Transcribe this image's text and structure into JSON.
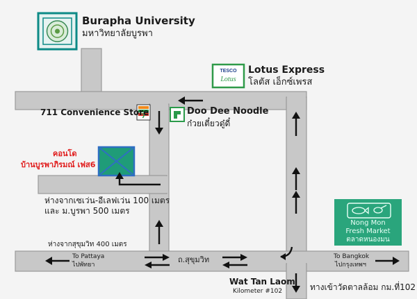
{
  "landmarks": {
    "university": {
      "name_en": "Burapha University",
      "name_th": "มหาวิทยาลัยบูรพา"
    },
    "lotus": {
      "name_en": "Lotus Express",
      "name_th": "โลตัส เอ็กซ์เพรส",
      "logo_line1": "TESCO",
      "logo_line2": "Lotus"
    },
    "seven_eleven": {
      "name": "711 Convenience Store"
    },
    "noodle": {
      "name_en": "Doo Dee Noodle",
      "name_th": "ก๋วยเตี๋ยวดู๋ดี๋"
    },
    "condo": {
      "line1": "คอนโด",
      "line2": "บ้านบูรพาภิรมณ์ เฟส6"
    },
    "market": {
      "name_en_line1": "Nong Mon",
      "name_en_line2": "Fresh Market",
      "name_th": "ตลาดหนองมน"
    },
    "temple": {
      "name": "Wat Tan Laom",
      "km": "Kilometer #102",
      "entrance_th": "ทางเข้าวัดตาลล้อม กม.ที่102"
    }
  },
  "notes": {
    "distance_line1": "ห่างจากเซเว่น-อีเลฟเว่น 100 เมตร",
    "distance_line2": "และ ม.บูรพา 500 เมตร",
    "sukhumvit_distance": "ห่างจากสุขุมวิท 400 เมตร"
  },
  "roads": {
    "main_road": "ถ.สุขุมวิท",
    "to_pattaya_en": "To Pattaya",
    "to_pattaya_th": "ไปพัทยา",
    "to_bangkok_en": "To Bangkok",
    "to_bangkok_th": "ไปกรุงเทพฯ"
  },
  "colors": {
    "road": "#c8c8c8",
    "road_edge": "#9a9a9a",
    "market_bg": "#2aa57c",
    "condo_fill": "#1f9c78",
    "lotus_green": "#2f9a49",
    "seven_red": "#d8352a",
    "condo_label": "#e01b1b"
  }
}
